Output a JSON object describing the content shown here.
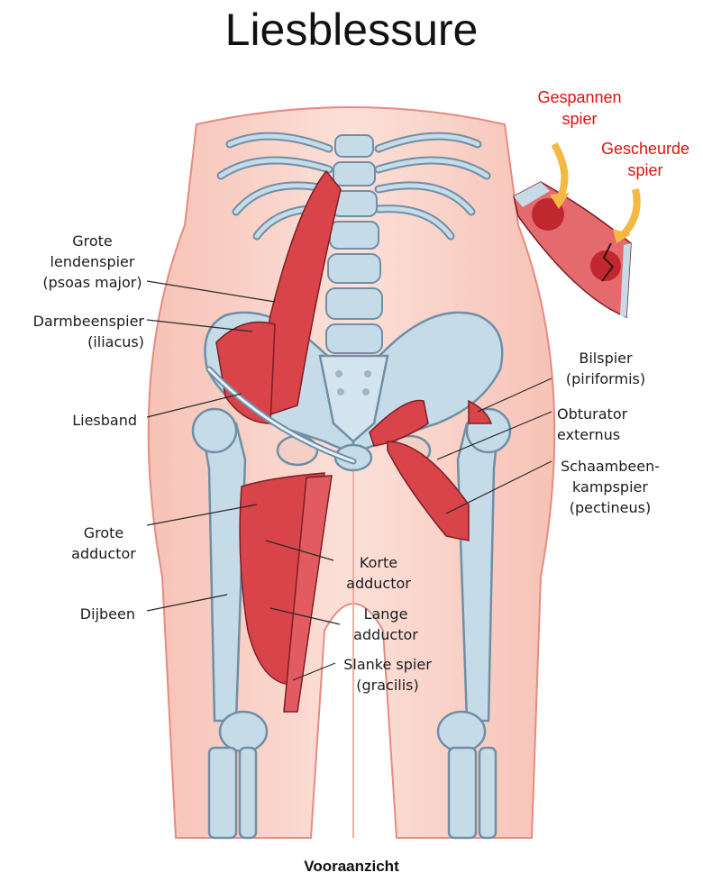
{
  "title": "Liesblessure",
  "caption": "Vooraanzicht",
  "inset": {
    "strained": "Gespannen\nspier",
    "torn": "Gescheurde\nspier"
  },
  "labels": {
    "psoas": "Grote\nlendenspier\n(psoas major)",
    "iliacus": "Darmbeenspier\n(iliacus)",
    "inguinal": "Liesband",
    "adductor_magnus": "Grote\nadductor",
    "femur": "Dijbeen",
    "adductor_brevis": "Korte\nadductor",
    "adductor_longus": "Lange\nadductor",
    "gracilis": "Slanke spier\n(gracilis)",
    "piriformis": "Bilspier\n(piriformis)",
    "obturator": "Obturator\nexternus",
    "pectineus": "Schaambeen-\nkampspier\n(pectineus)"
  },
  "colors": {
    "skin": "#f7c9bd",
    "bone": "#c6dbe8",
    "bone_stroke": "#6f8fa6",
    "muscle": "#d9434a",
    "muscle_stroke": "#7a1f24",
    "warning": "#e01010",
    "arrow": "#f5b941"
  }
}
